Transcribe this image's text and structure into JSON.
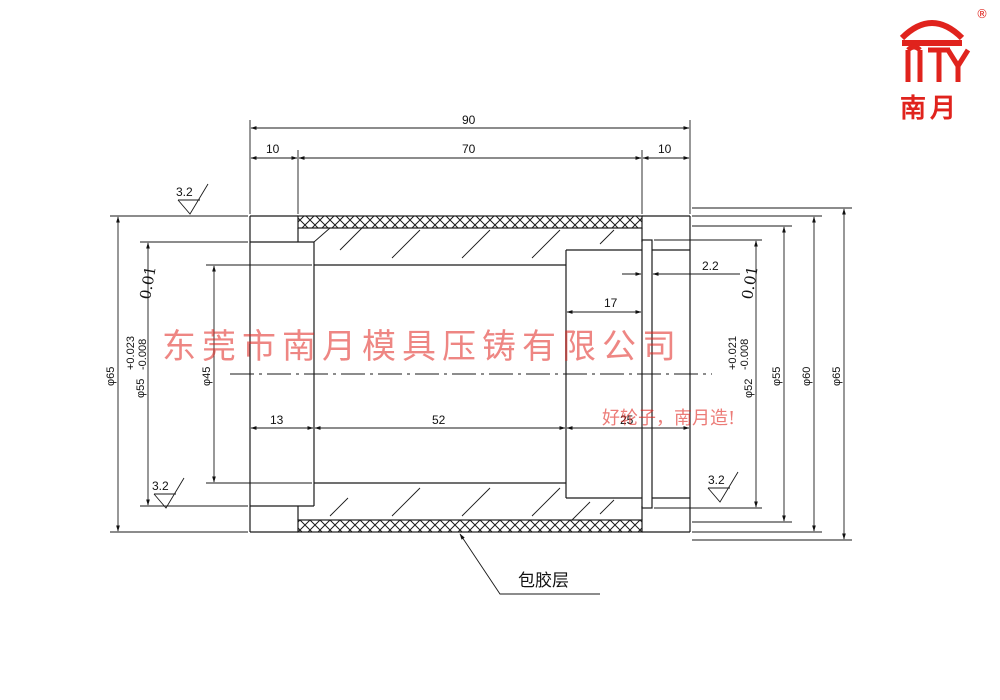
{
  "brand": {
    "name": "南月",
    "registered_mark": "®",
    "color": "#e0231d"
  },
  "watermark": {
    "company": "东莞市南月模具压铸有限公司",
    "slogan": "好轮子，南月造!"
  },
  "dimensions": {
    "total_length": "90",
    "left_step": "10",
    "middle": "70",
    "right_step": "10",
    "length_13": "13",
    "length_52": "52",
    "length_25": "25",
    "length_17": "17",
    "length_2_2": "2.2",
    "dia_left_65": "φ65",
    "dia_left_55": "φ55",
    "dia_left_55_tol": "+0.023\n-0.008",
    "dia_45": "φ45",
    "dia_right_52": "φ52",
    "dia_right_52_tol": "+0.021\n-0.008",
    "dia_right_55": "φ55",
    "dia_right_60": "φ60",
    "dia_right_65": "φ65"
  },
  "roughness": {
    "top_left": "3.2",
    "bottom_left": "3.2",
    "bottom_right": "3.2"
  },
  "tolerance_notes": {
    "left": "0.01",
    "right": "0.01"
  },
  "callout": {
    "coating_layer": "包胶层"
  }
}
